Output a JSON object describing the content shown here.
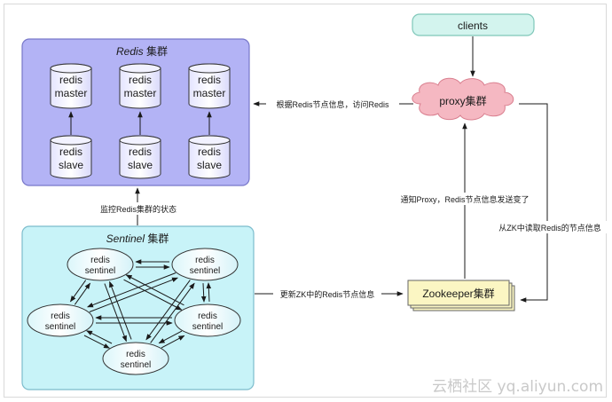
{
  "redis_cluster": {
    "title_italic": "Redis",
    "title_rest": " 集群",
    "fill": "#b3b3f5",
    "nodes": [
      {
        "top": [
          "redis",
          "master"
        ],
        "bottom": [
          "redis",
          "slave"
        ]
      },
      {
        "top": [
          "redis",
          "master"
        ],
        "bottom": [
          "redis",
          "slave"
        ]
      },
      {
        "top": [
          "redis",
          "master"
        ],
        "bottom": [
          "redis",
          "slave"
        ]
      }
    ]
  },
  "sentinel_cluster": {
    "title_italic": "Sentinel",
    "title_rest": " 集群",
    "fill": "#c8f3f8",
    "nodes": [
      [
        "redis",
        "sentinel"
      ],
      [
        "redis",
        "sentinel"
      ],
      [
        "redis",
        "sentinel"
      ],
      [
        "redis",
        "sentinel"
      ],
      [
        "redis",
        "sentinel"
      ]
    ]
  },
  "clients": {
    "label": "clients",
    "fill": "#d3f4ee"
  },
  "proxy": {
    "label": "proxy集群",
    "fill": "#f5b8c2"
  },
  "zookeeper": {
    "label": "Zookeeper集群",
    "fill": "#fbf6c3"
  },
  "edge_labels": {
    "proxy_to_redis": "根据Redis节点信息，访问Redis",
    "sentinel_to_redis": "监控Redis集群的状态",
    "sentinel_to_zk": "更新ZK中的Redis节点信息",
    "zk_to_proxy_notify": "通知Proxy，Redis节点信息发送变了",
    "proxy_read_zk": "从ZK中读取Redis的节点信息"
  },
  "watermark": "云栖社区 yq.aliyun.com"
}
